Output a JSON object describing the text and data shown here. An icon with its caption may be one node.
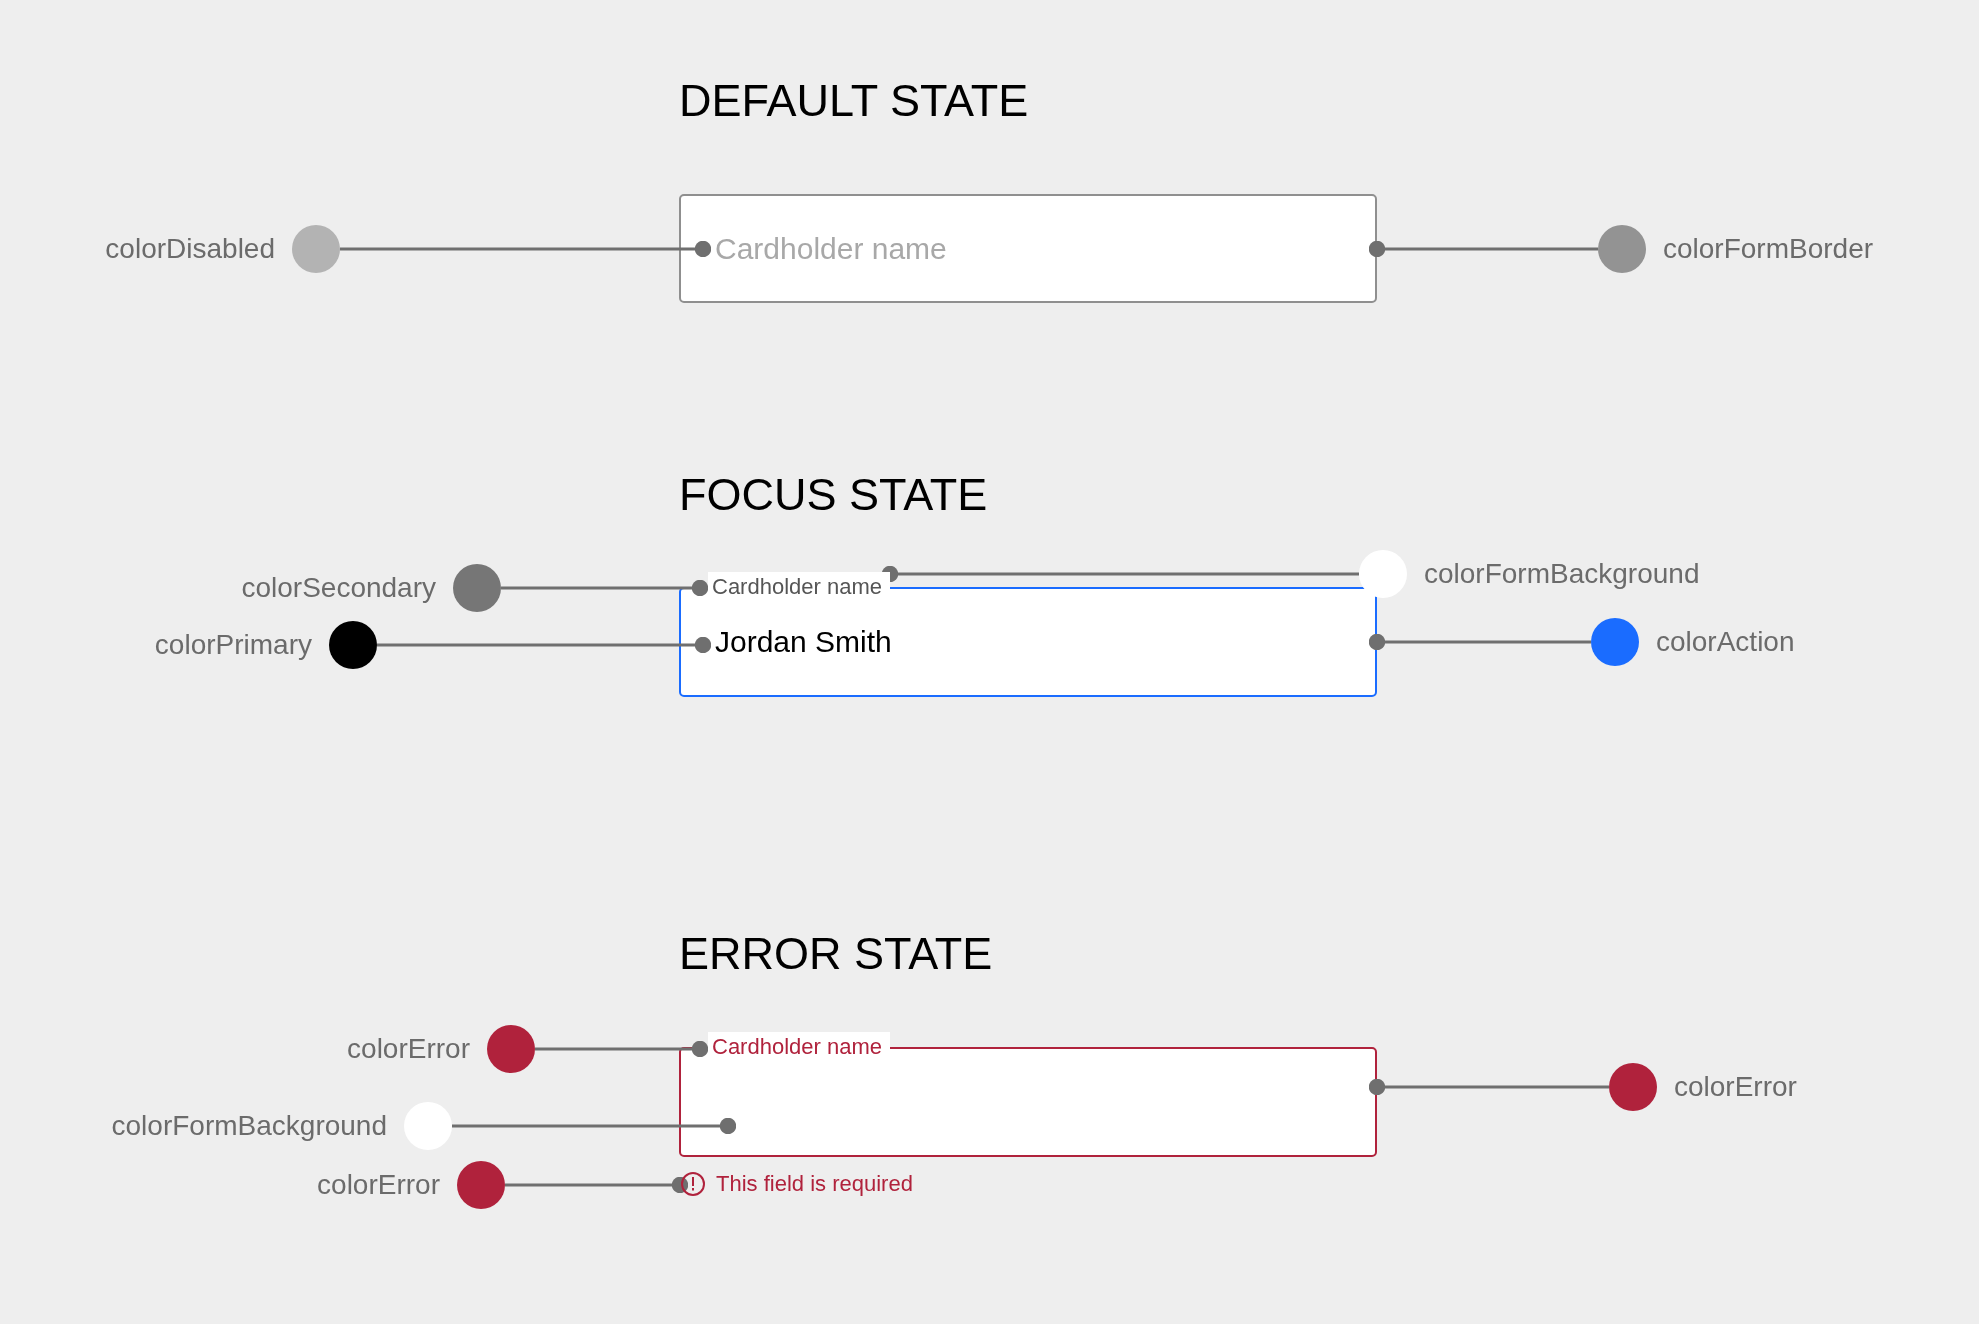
{
  "diagram": {
    "nodes": [
      {
        "text": [
          "colorDisabled"
        ]
      },
      {
        "text": [],
        "shape": "box"
      },
      {
        "text": [
          "Cardholder name"
        ],
        "in": 1
      },
      {
        "text": [
          "colorFormBorder"
        ]
      },
      {
        "text": [
          "colorSecondary"
        ]
      },
      {
        "text": [],
        "shape": "box"
      },
      {
        "text": [
          "Cardholder name"
        ]
      },
      {
        "text": [
          "Jordan Smith"
        ],
        "in": 5
      },
      {
        "text": [
          "colorFormBackground"
        ]
      },
      {
        "text": [
          "colorPrimary"
        ]
      },
      {
        "text": [
          "colorAction"
        ]
      },
      {
        "text": [
          "colorError"
        ]
      },
      {
        "text": [],
        "shape": "box"
      },
      {
        "text": [
          "Cardholder name"
        ]
      },
      {
        "text": [
          "colorFormBackground"
        ]
      },
      {
        "text": [
          "colorError"
        ]
      },
      {
        "text": [
          "This field is required"
        ]
      },
      {
        "text": [
          "colorError"
        ]
      }
    ],
    "edges": [
      {
        "from": 0,
        "to": 2,
        "arrow": "other"
      },
      {
        "from": 3,
        "to": 1,
        "arrow": "other"
      },
      {
        "from": 4,
        "to": 6,
        "arrow": "other"
      },
      {
        "from": 8,
        "to": 6,
        "arrow": "other"
      },
      {
        "from": 9,
        "to": 7,
        "arrow": "other"
      },
      {
        "from": 10,
        "to": 5,
        "arrow": "other"
      },
      {
        "from": 11,
        "to": 13,
        "arrow": "other"
      },
      {
        "from": 14,
        "to": 12,
        "arrow": "other"
      },
      {
        "from": 15,
        "to": 16,
        "arrow": "other"
      },
      {
        "from": 17,
        "to": 12,
        "arrow": "other"
      }
    ],
    "labels": [
      "DEFAULT STATE",
      "FOCUS STATE",
      "ERROR STATE"
    ]
  }
}
